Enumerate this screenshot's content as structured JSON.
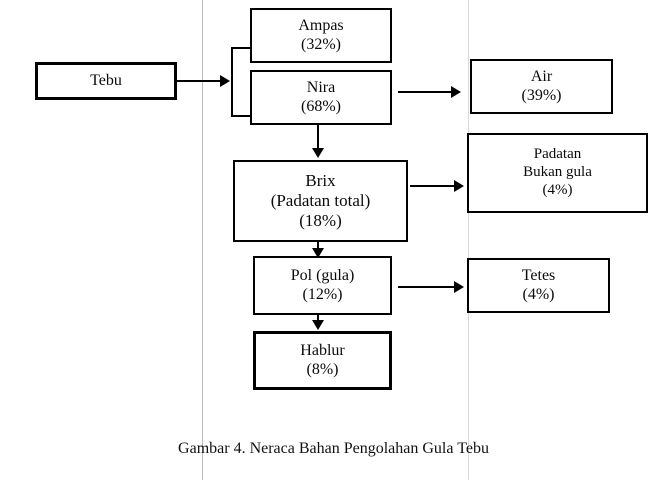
{
  "figure": {
    "caption": "Gambar 4.  Neraca Bahan Pengolahan Gula Tebu",
    "colors": {
      "stroke": "#000000",
      "background": "#ffffff",
      "guide_line": "#b9b9b9"
    }
  },
  "nodes": {
    "tebu": {
      "label": "Tebu",
      "percent": ""
    },
    "ampas": {
      "label": "Ampas",
      "percent": "(32%)"
    },
    "nira": {
      "label": "Nira",
      "percent": "(68%)"
    },
    "air": {
      "label": "Air",
      "percent": "(39%)"
    },
    "brix": {
      "label": "Brix",
      "label2": "(Padatan total)",
      "percent": "(18%)"
    },
    "padatan_bukan_gula": {
      "label": "Padatan",
      "label2": "Bukan gula",
      "percent": "(4%)"
    },
    "pol": {
      "label": "Pol (gula)",
      "percent": "(12%)"
    },
    "tetes": {
      "label": "Tetes",
      "percent": "(4%)"
    },
    "hablur": {
      "label": "Hablur",
      "percent": "(8%)"
    }
  },
  "flows": [
    {
      "from": "tebu",
      "to": "split",
      "type": "arrow-right"
    },
    {
      "from": "split",
      "to": "ampas",
      "type": "bracket"
    },
    {
      "from": "split",
      "to": "nira",
      "type": "bracket"
    },
    {
      "from": "nira",
      "to": "air",
      "type": "arrow-right"
    },
    {
      "from": "nira",
      "to": "brix",
      "type": "arrow-down"
    },
    {
      "from": "brix",
      "to": "padatan_bukan_gula",
      "type": "arrow-right"
    },
    {
      "from": "brix",
      "to": "pol",
      "type": "arrow-down"
    },
    {
      "from": "pol",
      "to": "tetes",
      "type": "arrow-right"
    },
    {
      "from": "pol",
      "to": "hablur",
      "type": "arrow-down"
    }
  ]
}
